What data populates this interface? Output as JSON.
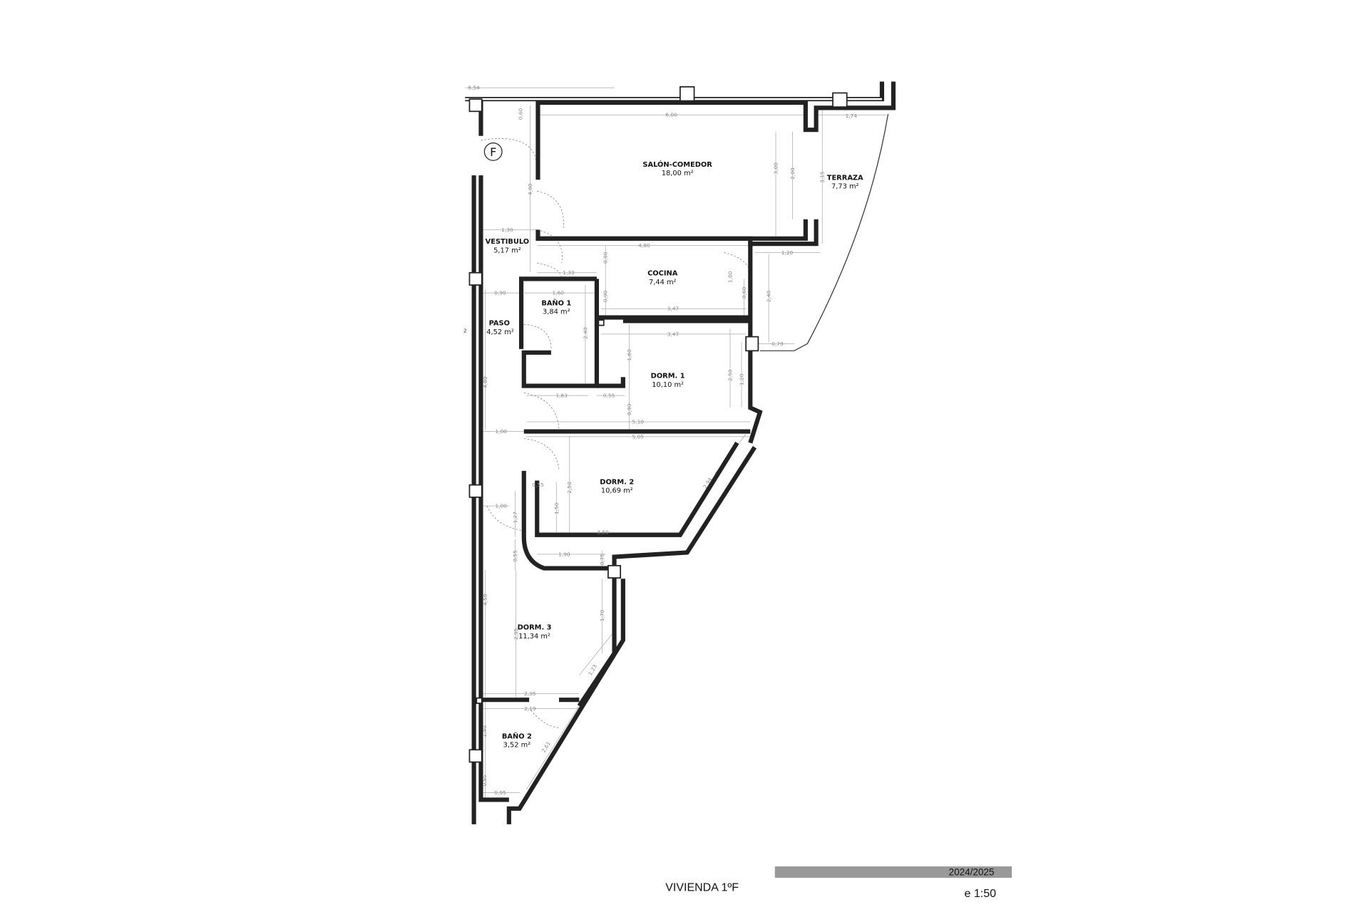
{
  "plan": {
    "title": "VIVIENDA 1ºF",
    "year": "2024/2025",
    "scale": "e 1:50",
    "unit_marker": "F",
    "side_mark": "2",
    "rooms": [
      {
        "name": "SALÓN-COMEDOR",
        "area": "18,00 m²"
      },
      {
        "name": "TERRAZA",
        "area": "7,73 m²"
      },
      {
        "name": "VESTIBULO",
        "area": "5,17 m²"
      },
      {
        "name": "COCINA",
        "area": "7,44 m²"
      },
      {
        "name": "BAÑO 1",
        "area": "3,84 m²"
      },
      {
        "name": "PASO",
        "area": "4,52 m²"
      },
      {
        "name": "DORM. 1",
        "area": "10,10 m²"
      },
      {
        "name": "DORM. 2",
        "area": "10,69 m²"
      },
      {
        "name": "DORM. 3",
        "area": "11,34 m²"
      },
      {
        "name": "BAÑO 2",
        "area": "3,52 m²"
      }
    ],
    "dims": [
      "6,54",
      "0,60",
      "6,00",
      "1,74",
      "3,00",
      "2,00",
      "3,15",
      "4,00",
      "1,30",
      "4,80",
      "1,20",
      "0,90",
      "1,33",
      "1,80",
      "0,90",
      "1,60",
      "0,90",
      "0,60",
      "2,40",
      "3,47",
      "3,47",
      "0,79",
      "2,40",
      "1,60",
      "2,50",
      "1,20",
      "4,80",
      "1,63",
      "0,55",
      "0,90",
      "5,10",
      "1,00",
      "5,05",
      "0,55",
      "2,50",
      "1,50",
      "2,94",
      "1,00",
      "1,27",
      "3,50",
      "1,90",
      "0,55",
      "0,75",
      "4,59",
      "1,70",
      "2,95",
      "1,23",
      "2,35",
      "2,19",
      "1,40",
      "2,61",
      "0,85",
      "0,95"
    ],
    "colors": {
      "walls": "#222222",
      "title_bar": "#999999",
      "dimension_lines": "#aaaaaa"
    }
  }
}
